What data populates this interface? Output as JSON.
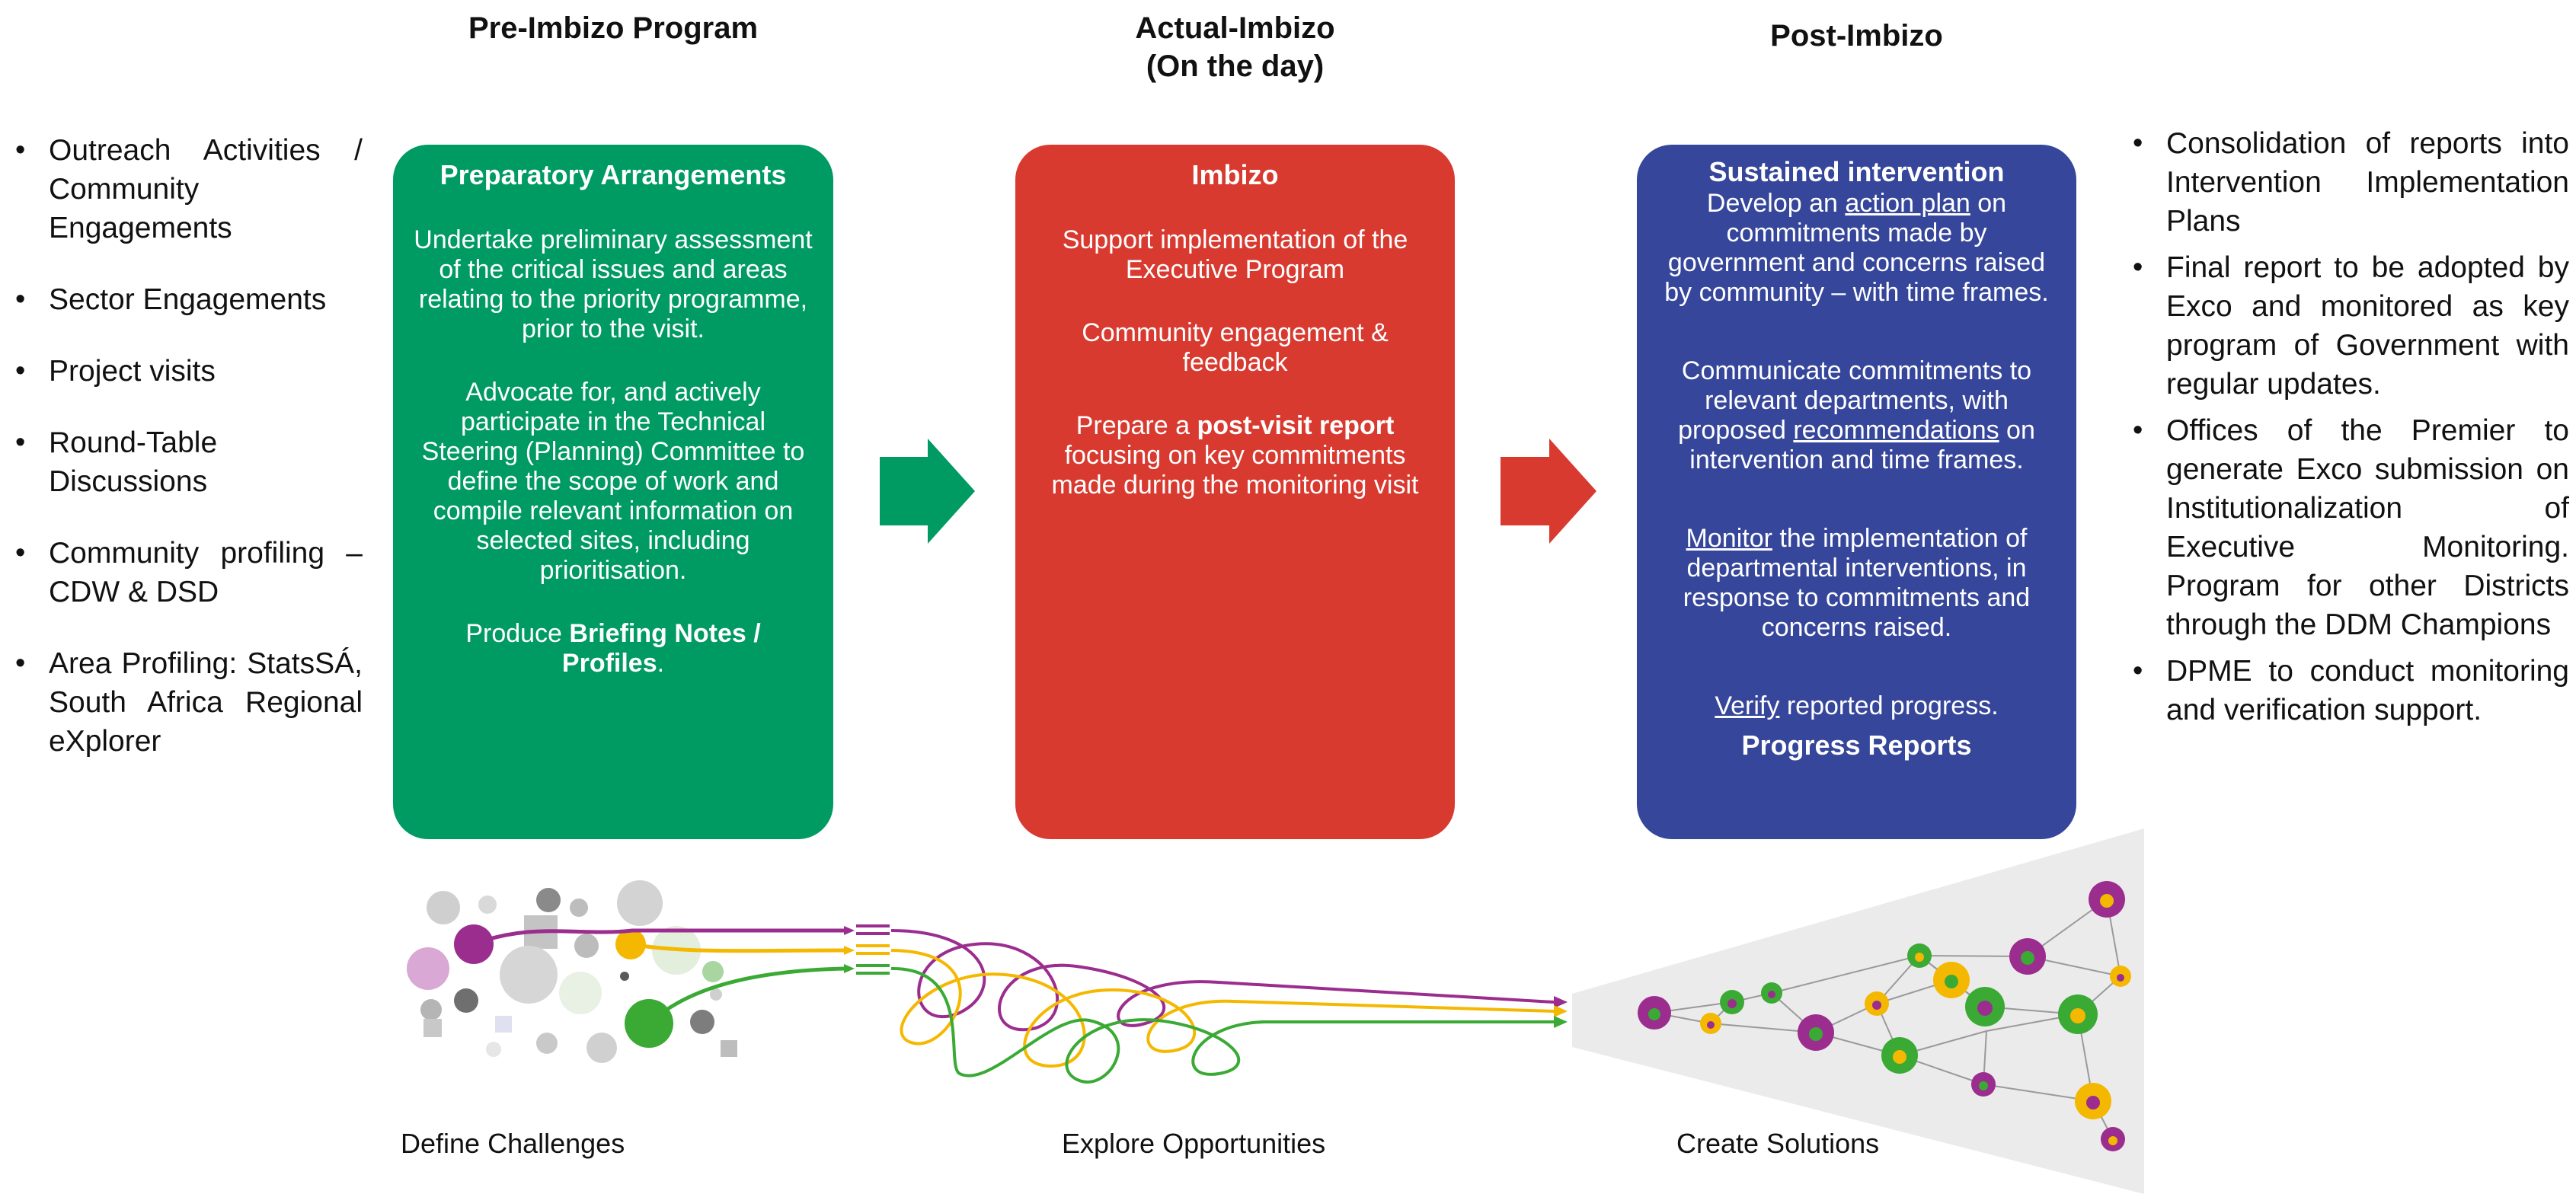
{
  "headings": {
    "pre": "Pre-Imbizo Program",
    "actual_line1": "Actual-Imbizo",
    "actual_line2": "(On the day)",
    "post": "Post-Imbizo"
  },
  "left_list": [
    "Outreach Activities / Community Engagements",
    "Sector Engagements",
    "Project visits",
    "Round-Table Discussions",
    "Community profiling – CDW & DSD",
    "Area Profiling: StatsSÁ, South Africa Regional eXplorer"
  ],
  "box_pre": {
    "title": "Preparatory Arrangements",
    "p1": "Undertake preliminary assessment of the critical issues and areas relating to the priority programme, prior to the visit.",
    "p2": "Advocate for, and actively participate in the Technical Steering (Planning) Committee to define the scope of work and compile relevant information on selected sites, including prioritisation.",
    "p3_prefix": "Produce ",
    "p3_bold": "Briefing Notes / Profiles",
    "p3_suffix": "."
  },
  "box_actual": {
    "title": "Imbizo",
    "p1": "Support implementation of the Executive Program",
    "p2": "Community engagement & feedback",
    "p3_prefix": "Prepare a ",
    "p3_bold": "post-visit report",
    "p3_suffix": " focusing on key commitments made during the monitoring visit"
  },
  "box_post": {
    "title": "Sustained intervention",
    "p1_a": "Develop an ",
    "p1_u": "action plan",
    "p1_b": " on commitments made by government and concerns raised by community – with time frames.",
    "p2_a": "Communicate commitments to relevant departments, with proposed ",
    "p2_u": "recommendations",
    "p2_b": " on intervention and time frames.",
    "p3_u": "Monitor",
    "p3_b": " the implementation of departmental interventions, in response to commitments and concerns raised.",
    "p4_u": "Verify",
    "p4_b": " reported progress.",
    "footer": "Progress Reports"
  },
  "right_list": [
    "Consolidation of reports into Intervention Implementation Plans",
    "Final report to be adopted by Exco and monitored as key program of Government with regular updates.",
    "Offices of the Premier to generate Exco submission on Institutionalization of Executive Monitoring. Program for other Districts through the DDM Champions",
    "DPME to conduct monitoring and verification support."
  ],
  "captions": {
    "define": "Define Challenges",
    "explore": "Explore Opportunities",
    "create": "Create Solutions"
  },
  "colors": {
    "green": "#009A63",
    "red": "#D83A30",
    "blue": "#36469A",
    "purple": "#9B2D8E",
    "yellow": "#F5B800",
    "light_green": "#3BAA35"
  }
}
